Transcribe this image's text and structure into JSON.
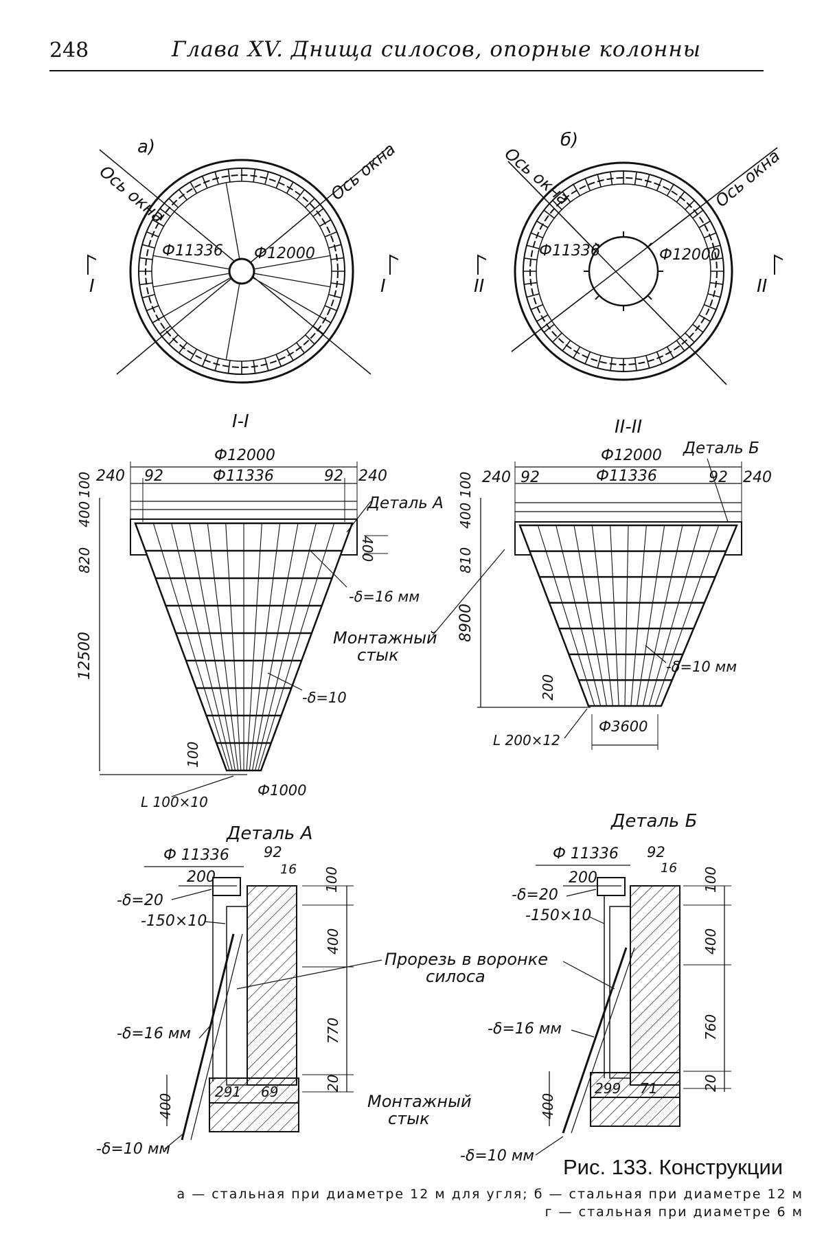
{
  "header": {
    "page_number": "248",
    "running_title": "Глава XV. Днища силосов, опорные колонны"
  },
  "plan_a": {
    "label": "а)",
    "axis_left": "Ось окна",
    "axis_right": "Ось окна",
    "dim_inner": "Ф11336",
    "dim_outer": "Ф12000",
    "section_left": "I",
    "section_right": "I"
  },
  "plan_b": {
    "label": "б)",
    "axis_left": "Ось окна",
    "axis_right": "Ось окна",
    "dim_inner": "Ф11336",
    "dim_outer": "Ф12000",
    "section_left": "II",
    "section_right": "II"
  },
  "section_1": {
    "title": "I-I",
    "dim_outer": "Ф12000",
    "dim_inner": "Ф11336",
    "dim_wall_left": "240",
    "dim_wall_right": "240",
    "dim_gap_left": "92",
    "dim_gap_right": "92",
    "dim_v_100": "100",
    "dim_v_400": "400",
    "dim_v_820": "820",
    "dim_v_12500": "12500",
    "dim_v_400_right": "400",
    "dim_bottom_100": "100",
    "detail_ref": "Деталь А",
    "plate_top": "-δ=16 мм",
    "plate_cone": "-δ=10",
    "angle": "L 100×10",
    "outlet": "Ф1000"
  },
  "mount_joint_label": "Монтажный стык",
  "section_2": {
    "title": "II-II",
    "dim_outer": "Ф12000",
    "dim_inner": "Ф11336",
    "dim_wall_left": "240",
    "dim_wall_right": "240",
    "dim_gap_left": "92",
    "dim_gap_right": "92",
    "dim_v_100": "100",
    "dim_v_400": "400",
    "dim_v_810": "810",
    "dim_v_8900": "8900",
    "dim_v_200": "200",
    "detail_ref": "Деталь Б",
    "plate_cone": "-δ=10 мм",
    "angle": "L 200×12",
    "outlet": "Ф3600"
  },
  "detail_a": {
    "title": "Деталь А",
    "dim_diam": "Ф 11336",
    "dim_92": "92",
    "dim_16": "16",
    "dim_200": "200",
    "plate_20": "-δ=20",
    "strip": "-150×10",
    "plate_16": "-δ=16 мм",
    "plate_10": "-δ=10 мм",
    "dim_100": "100",
    "dim_400": "400",
    "dim_770": "770",
    "dim_20": "20",
    "dim_400_low": "400",
    "dim_291": "291",
    "dim_69": "69"
  },
  "detail_b": {
    "title": "Деталь Б",
    "dim_diam": "Ф 11336",
    "dim_92": "92",
    "dim_16": "16",
    "dim_200": "200",
    "plate_20": "-δ=20",
    "strip": "-150×10",
    "plate_16": "-δ=16 мм",
    "plate_10": "-δ=10 мм",
    "dim_100": "100",
    "dim_400": "400",
    "dim_760": "760",
    "dim_20": "20",
    "dim_400_low": "400",
    "dim_299": "299",
    "dim_71": "71"
  },
  "cut_label": "Прорезь в воронке силоса",
  "detail_mount_label": "Монтажный стык",
  "caption": {
    "title": "Рис. 133. Конструкции",
    "line1": "а — стальная при диаметре 12 м для угля; б — стальная при диаметре 12 м",
    "line2": "г — стальная при диаметре 6 м"
  }
}
